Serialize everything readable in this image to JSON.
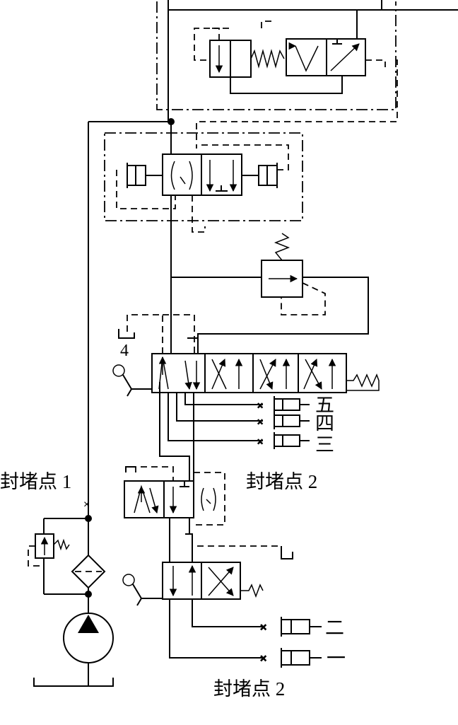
{
  "labels": {
    "block_point_1": "封堵点 1",
    "block_point_2_upper": "封堵点 2",
    "block_point_2_lower": "封堵点 2",
    "num_4": "4",
    "num_five": "五",
    "num_four": "四",
    "num_three": "三",
    "num_two": "二",
    "num_one": "一"
  }
}
